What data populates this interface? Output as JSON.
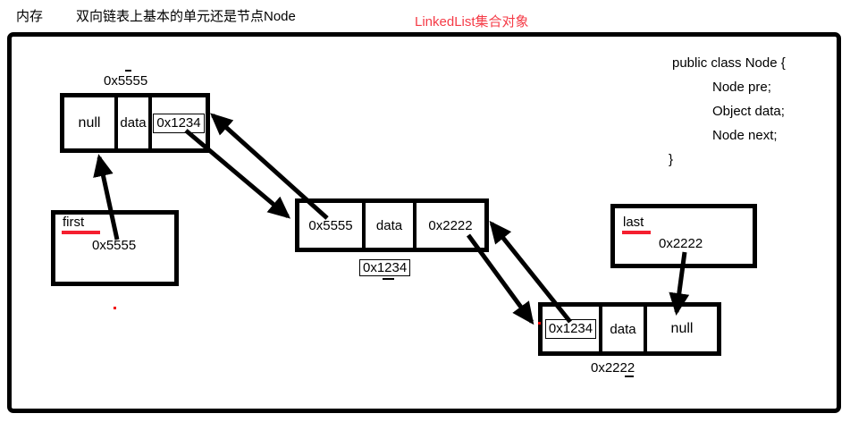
{
  "header": {
    "memory_label": "内存",
    "title": "双向链表上基本的单元还是节点Node",
    "subtitle": "LinkedList集合对象"
  },
  "code": {
    "line1": "public class Node {",
    "line2": "Node pre;",
    "line3": "Object data;",
    "line4": "Node next;",
    "line5": "}"
  },
  "nodes": {
    "node1": {
      "address_label": "0x5555",
      "pre": "null",
      "data": "data",
      "next": "0x1234"
    },
    "node2": {
      "address_label": "0x1234",
      "pre": "0x5555",
      "data": "data",
      "next": "0x2222"
    },
    "node3": {
      "address_label": "0x2222",
      "pre": "0x1234",
      "data": "data",
      "next": "null"
    }
  },
  "pointers": {
    "first": {
      "label": "first",
      "value": "0x5555"
    },
    "last": {
      "label": "last",
      "value": "0x2222"
    }
  },
  "connections": [
    {
      "from": "first",
      "to": "node1"
    },
    {
      "from": "node1.next",
      "to": "node2"
    },
    {
      "from": "node2.pre",
      "to": "node1"
    },
    {
      "from": "node2.next",
      "to": "node3"
    },
    {
      "from": "node3.pre",
      "to": "node2"
    },
    {
      "from": "last",
      "to": "node3"
    }
  ],
  "colors": {
    "stroke": "#000000",
    "accent_red": "#f53b47",
    "underline_red": "#f51f2f",
    "background": "#ffffff"
  }
}
